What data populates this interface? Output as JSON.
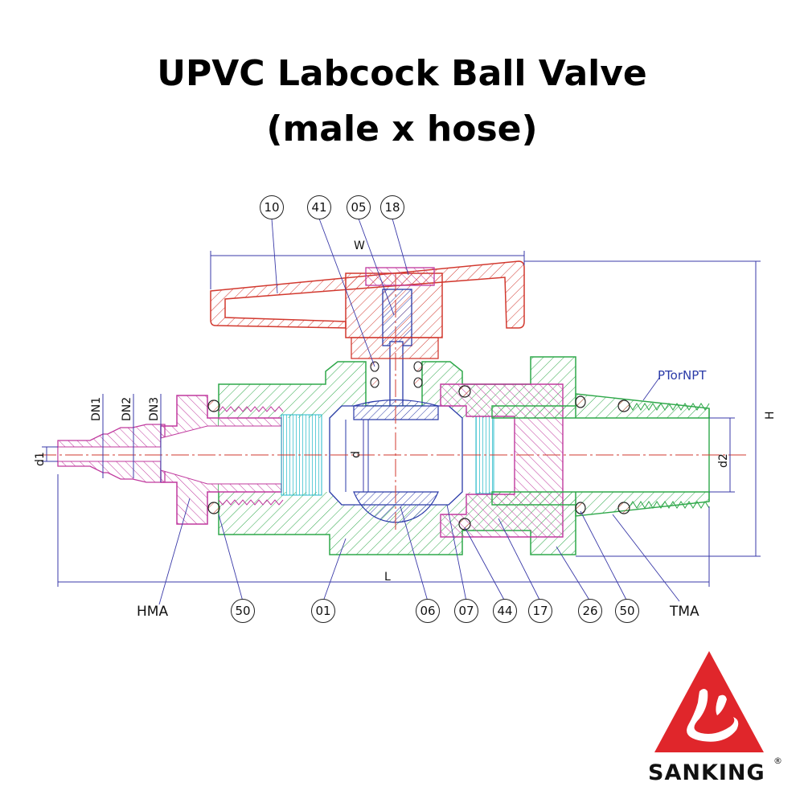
{
  "title": {
    "line1": "UPVC Labcock Ball Valve",
    "line2": "(male x hose)"
  },
  "callouts_top": [
    "10",
    "41",
    "05",
    "18"
  ],
  "callouts_bottom": [
    "50",
    "01",
    "06",
    "07",
    "44",
    "17",
    "26",
    "50"
  ],
  "labels": {
    "hma": "HMA",
    "tma": "TMA",
    "thread": "PTorNPT"
  },
  "dimensions": {
    "w": "W",
    "l": "L",
    "h": "H",
    "d": "d",
    "d1": "d1",
    "d2": "d2",
    "dn1": "DN1",
    "dn2": "DN2",
    "dn3": "DN3"
  },
  "brand": {
    "name": "SANKING",
    "mark": "®"
  },
  "colors": {
    "green": "#2fa84a",
    "magenta": "#c0399e",
    "red": "#d2392f",
    "blue": "#2a3aa8",
    "cyan": "#22b8c8",
    "logo_red": "#e0262b"
  }
}
